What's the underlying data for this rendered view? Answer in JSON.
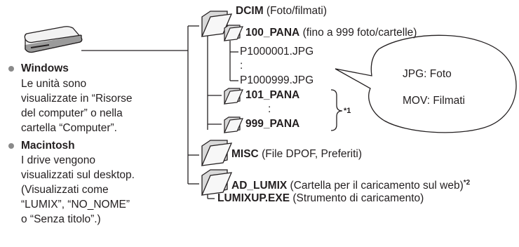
{
  "drive": {
    "icon": "external-drive-icon",
    "windows": {
      "heading": "Windows",
      "lines": [
        "Le unità sono",
        "visualizzate in “Risorse",
        "del computer” o nella",
        "cartella “Computer”."
      ]
    },
    "mac": {
      "heading": "Macintosh",
      "lines": [
        "I drive vengono",
        "visualizzati sul desktop.",
        "(Visualizzati come",
        "“LUMIX”, “NO_NOME”",
        "o “Senza titolo”.)"
      ]
    }
  },
  "tree": {
    "folder_icon": "folder-icon",
    "dcim": {
      "name": "DCIM",
      "desc": "(Foto/filmati)"
    },
    "pana100": {
      "name": "100_PANA",
      "desc": "(fino a 999 foto/cartelle)"
    },
    "file_first": "P1000001.JPG",
    "file_last": "P1000999.JPG",
    "ellipsis": ":",
    "pana101": {
      "name": "101_PANA"
    },
    "pana999": {
      "name": "999_PANA"
    },
    "note1": "*1",
    "misc": {
      "name": "MISC",
      "desc": "(File DPOF, Preferiti)"
    },
    "ad_lumix": {
      "name": "AD_LUMIX",
      "desc": "(Cartella per il caricamento sul web)",
      "note": "*2"
    },
    "lumixup": {
      "name": "LUMIXUP.EXE",
      "desc": "(Strumento di caricamento)"
    }
  },
  "callout": {
    "lines": [
      "JPG: Foto",
      "MOV: Filmati"
    ]
  }
}
